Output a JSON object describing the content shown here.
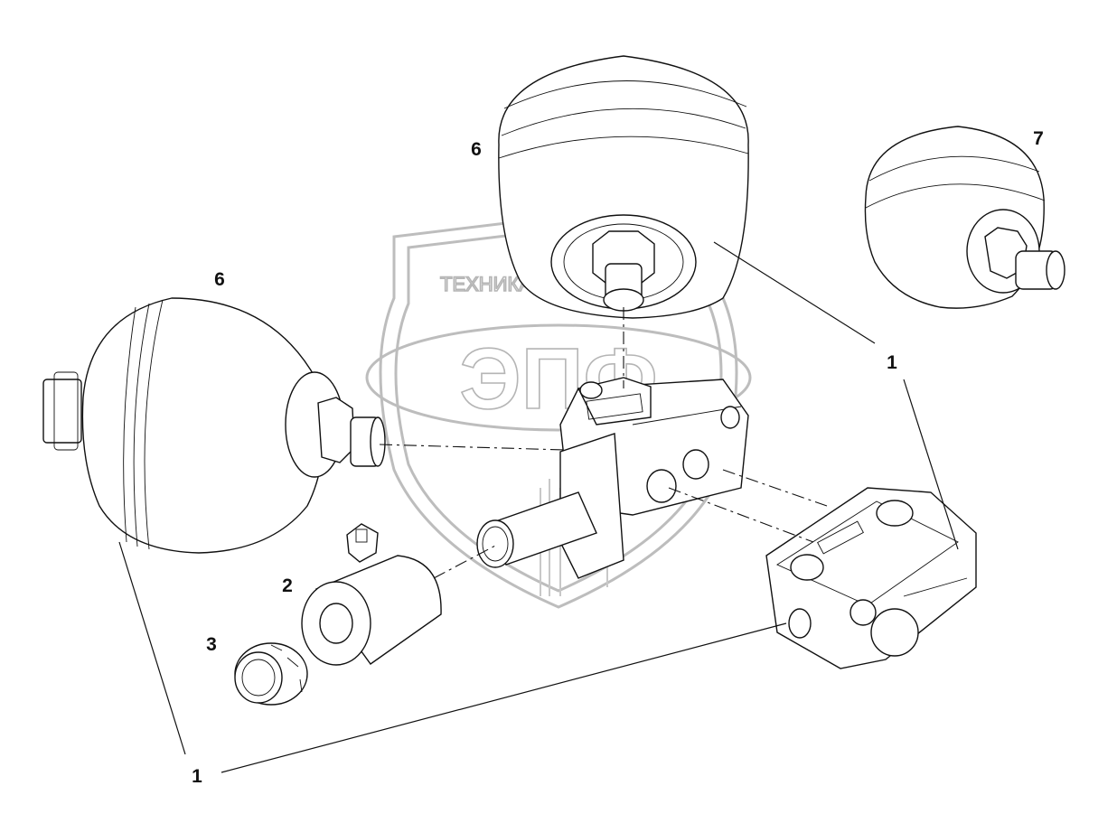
{
  "diagram": {
    "callouts": [
      {
        "id": "c-6-top",
        "label": "6"
      },
      {
        "id": "c-7",
        "label": "7"
      },
      {
        "id": "c-6-left",
        "label": "6"
      },
      {
        "id": "c-1-right",
        "label": "1"
      },
      {
        "id": "c-2",
        "label": "2"
      },
      {
        "id": "c-3",
        "label": "3"
      },
      {
        "id": "c-1-bottom",
        "label": "1"
      }
    ]
  },
  "watermark": {
    "line1": "ТЕХНИКА",
    "line2": "ЭПФ"
  },
  "colors": {
    "ink": "#111111",
    "watermark": "#bdbdbd",
    "background": "#ffffff"
  }
}
